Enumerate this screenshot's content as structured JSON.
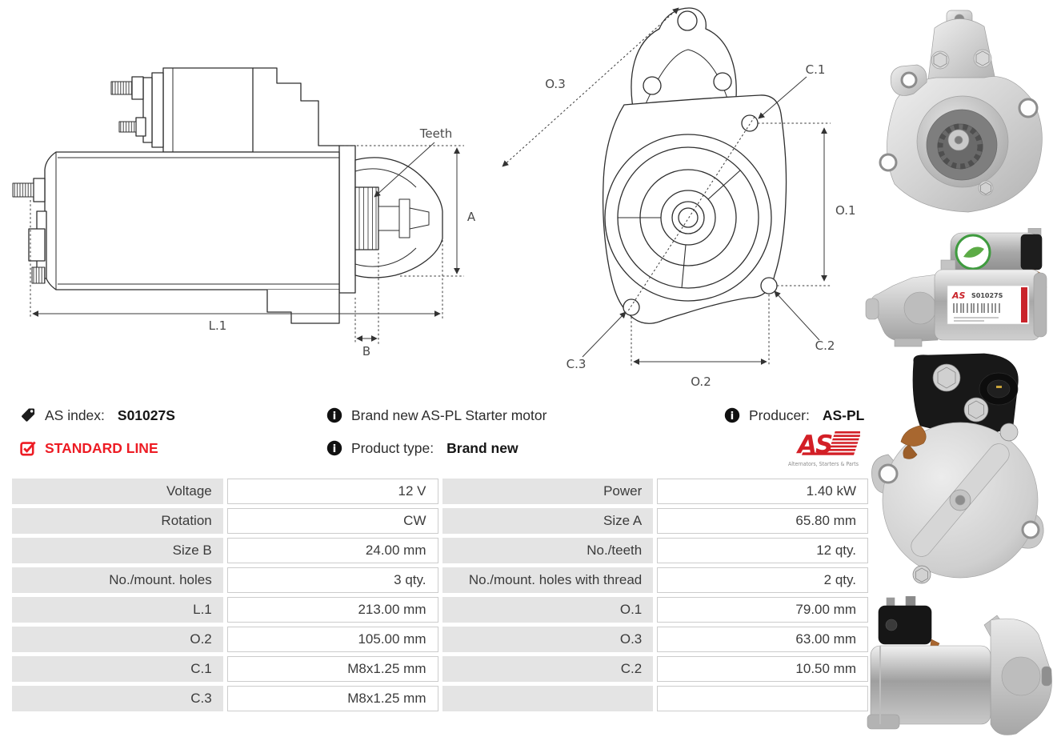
{
  "info": {
    "as_index": {
      "label": "AS index:",
      "value": "S01027S"
    },
    "standard_line": "STANDARD LINE",
    "brand_new": "Brand new AS-PL Starter motor",
    "product_type": {
      "label": "Product type:",
      "value": "Brand new"
    },
    "producer": {
      "label": "Producer:",
      "value": "AS-PL"
    }
  },
  "logo": {
    "text": "AS",
    "tagline": "Alternators, Starters & Parts"
  },
  "diagrams": {
    "side": {
      "teeth": "Teeth",
      "a": "A",
      "l1": "L.1",
      "b": "B"
    },
    "front": {
      "o3": "O.3",
      "c1": "C.1",
      "o1": "O.1",
      "c3": "C.3",
      "c2": "C.2",
      "o2": "O.2"
    }
  },
  "photo_label": {
    "brand": "AS",
    "code": "S01027S"
  },
  "spec_table": {
    "rows": [
      {
        "l1": "Voltage",
        "v1": "12 V",
        "l2": "Power",
        "v2": "1.40 kW"
      },
      {
        "l1": "Rotation",
        "v1": "CW",
        "l2": "Size A",
        "v2": "65.80 mm"
      },
      {
        "l1": "Size B",
        "v1": "24.00 mm",
        "l2": "No./teeth",
        "v2": "12 qty."
      },
      {
        "l1": "No./mount. holes",
        "v1": "3 qty.",
        "l2": "No./mount. holes with thread",
        "v2": "2 qty."
      },
      {
        "l1": "L.1",
        "v1": "213.00 mm",
        "l2": "O.1",
        "v2": "79.00 mm"
      },
      {
        "l1": "O.2",
        "v1": "105.00 mm",
        "l2": "O.3",
        "v2": "63.00 mm"
      },
      {
        "l1": "C.1",
        "v1": "M8x1.25 mm",
        "l2": "C.2",
        "v2": "10.50 mm"
      },
      {
        "l1": "C.3",
        "v1": "M8x1.25 mm",
        "l2": "",
        "v2": ""
      }
    ]
  },
  "colors": {
    "accent_red": "#ed1c24",
    "logo_red": "#d31f26",
    "table_label_bg": "#e4e4e4",
    "table_border": "#cccccc",
    "drawing_line": "#2e2e2e",
    "text_dark": "#3b3b3b"
  }
}
